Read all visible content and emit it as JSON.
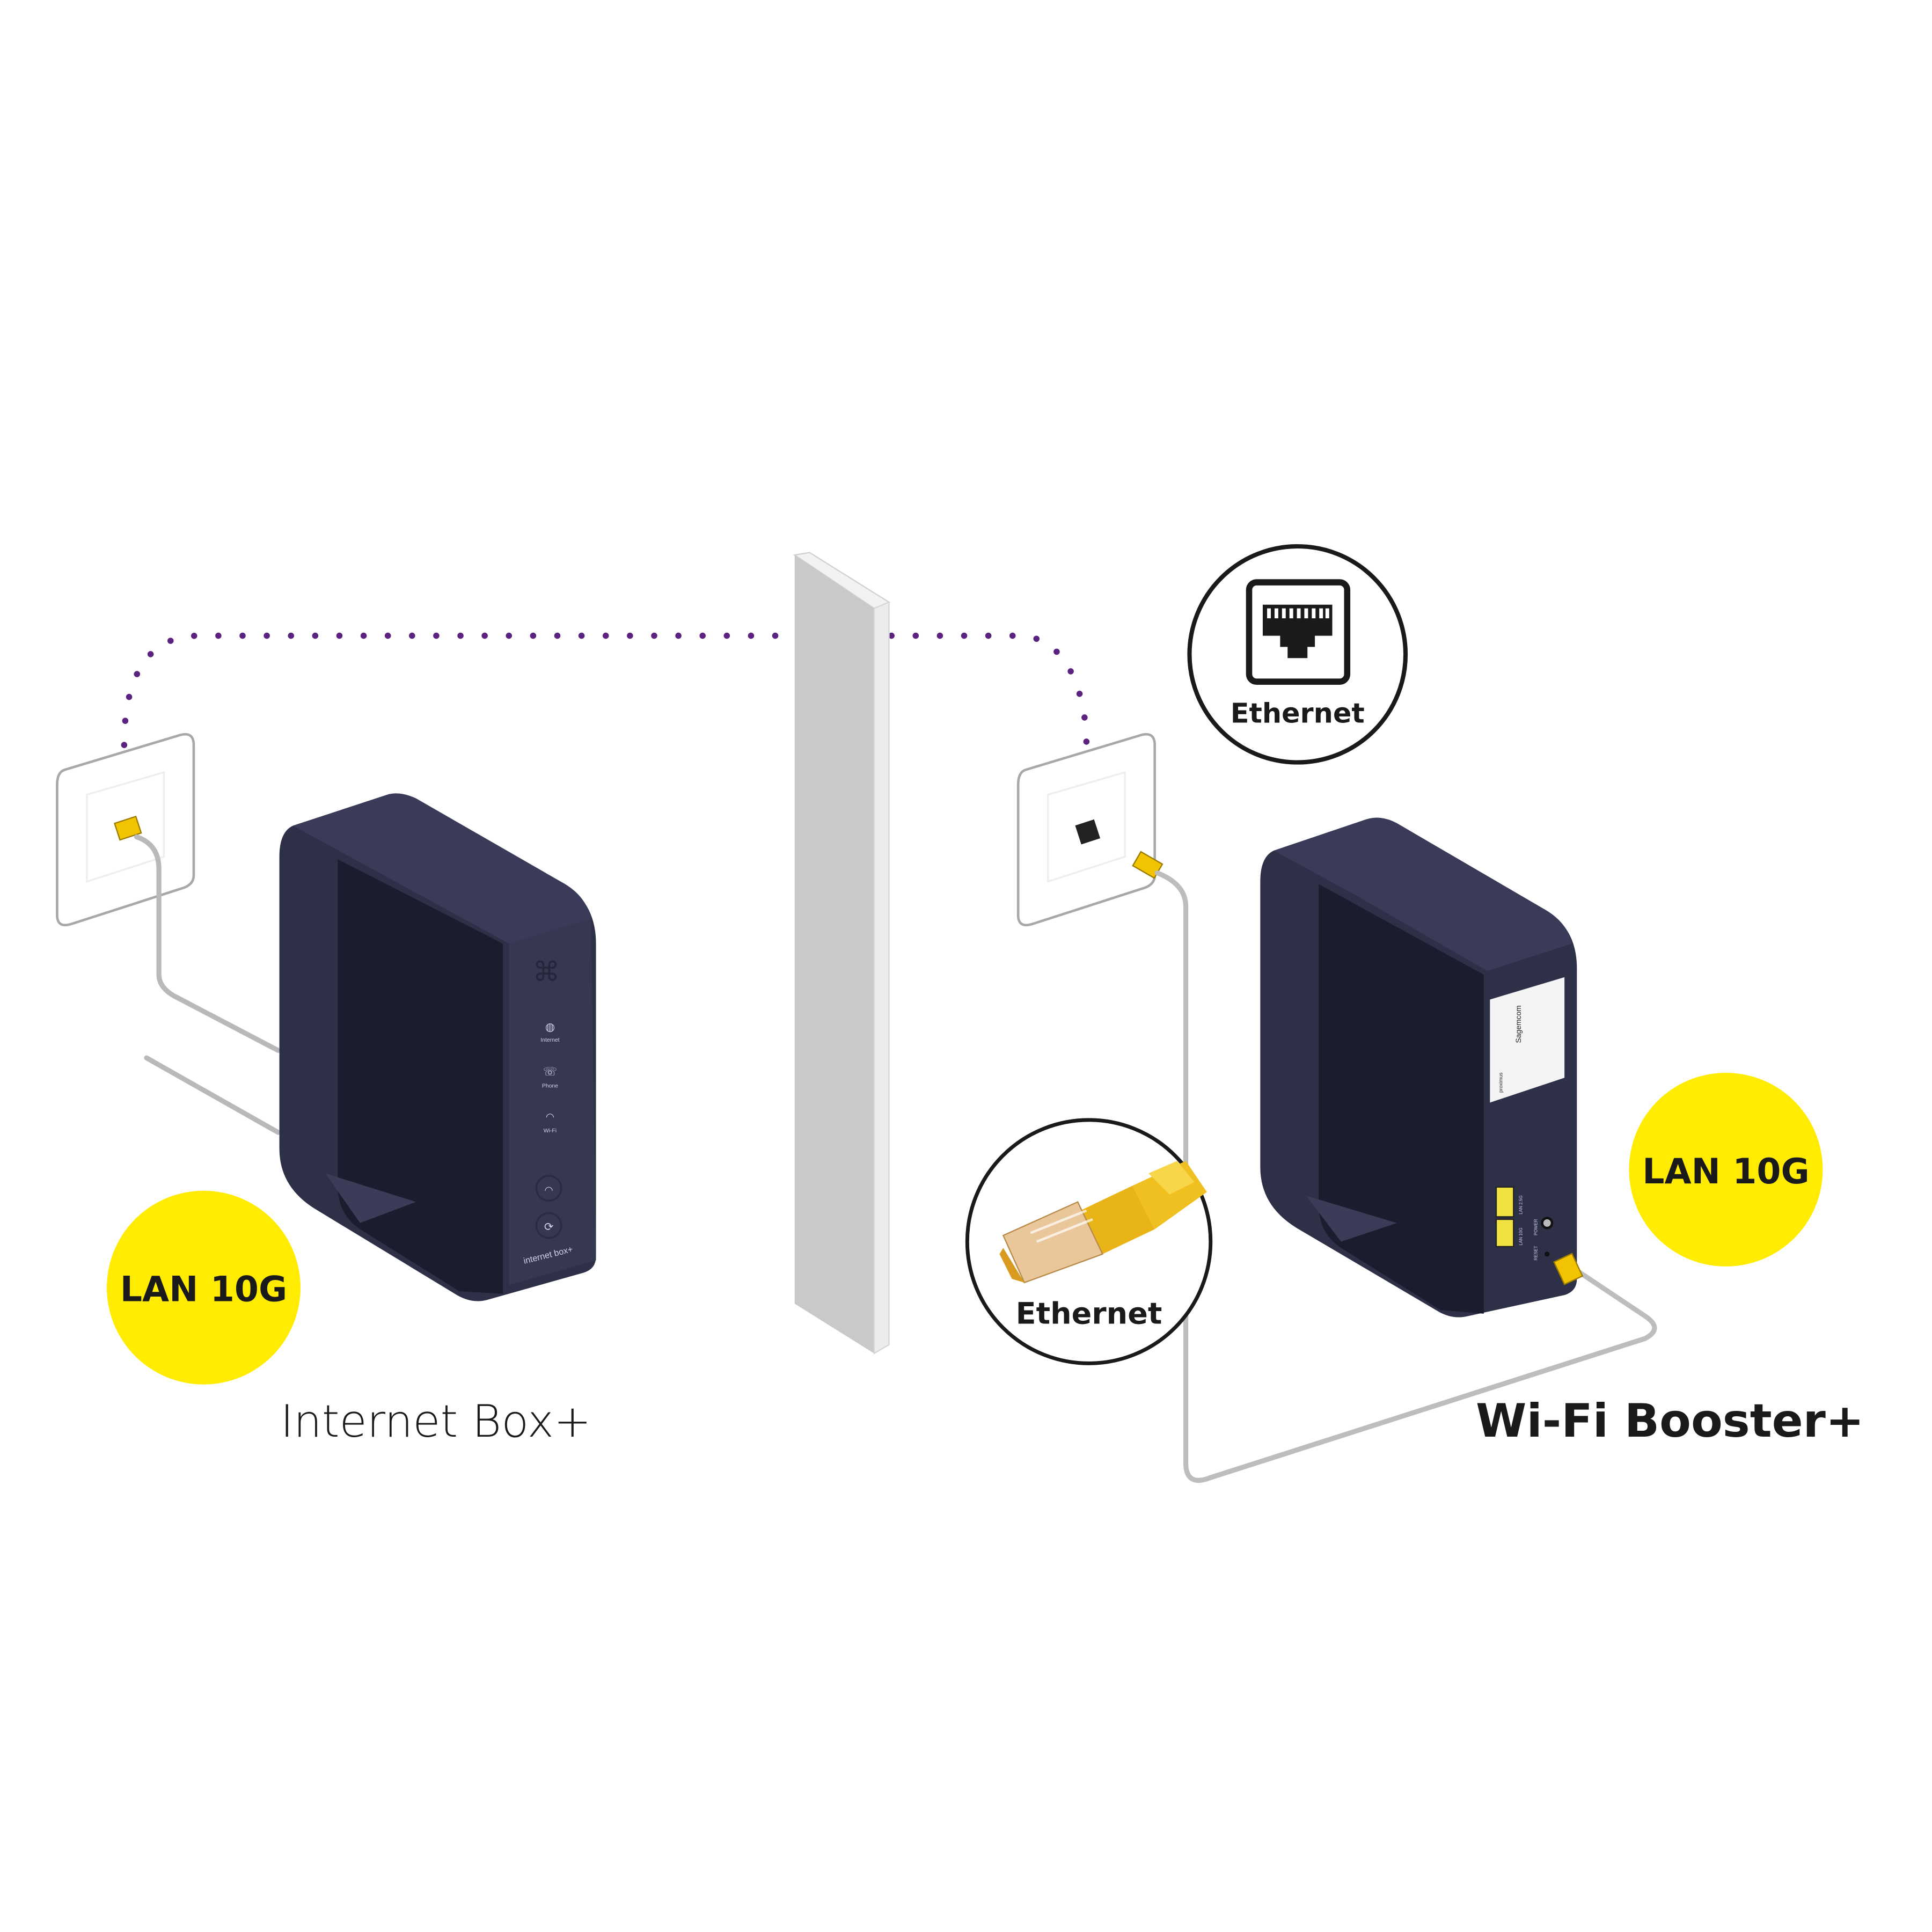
{
  "colors": {
    "accent_yellow": "#ffec00",
    "wifi_link_dots": "#5b2280",
    "device_body": "#2e3048",
    "device_dark": "#1b1c2d",
    "cable": "#bdbdbd",
    "wall": "#c9c9c9"
  },
  "left": {
    "device_name": "Internet Box+",
    "badge": "LAN 10G",
    "front_panel": {
      "brand_text": "internet box+",
      "leds": [
        {
          "icon": "globe-icon",
          "label": "Internet"
        },
        {
          "icon": "phone-icon",
          "label": "Phone"
        },
        {
          "icon": "wifi-icon",
          "label": "Wi-Fi"
        }
      ],
      "buttons": [
        {
          "icon": "wifi-icon"
        },
        {
          "icon": "sync-icon"
        }
      ]
    }
  },
  "right": {
    "device_name": "Wi-Fi Booster+",
    "badge": "LAN 10G",
    "back_panel": {
      "label_brand": "Sagemcom",
      "label_operator": "proximus",
      "ports": [
        "LAN 10G",
        "LAN 2.5G"
      ],
      "power": "POWER",
      "reset": "RESET"
    }
  },
  "callouts": {
    "wall_socket": {
      "icon": "ethernet-port-icon",
      "label": "Ethernet"
    },
    "cable": {
      "icon": "ethernet-cable-icon",
      "label": "Ethernet"
    }
  }
}
